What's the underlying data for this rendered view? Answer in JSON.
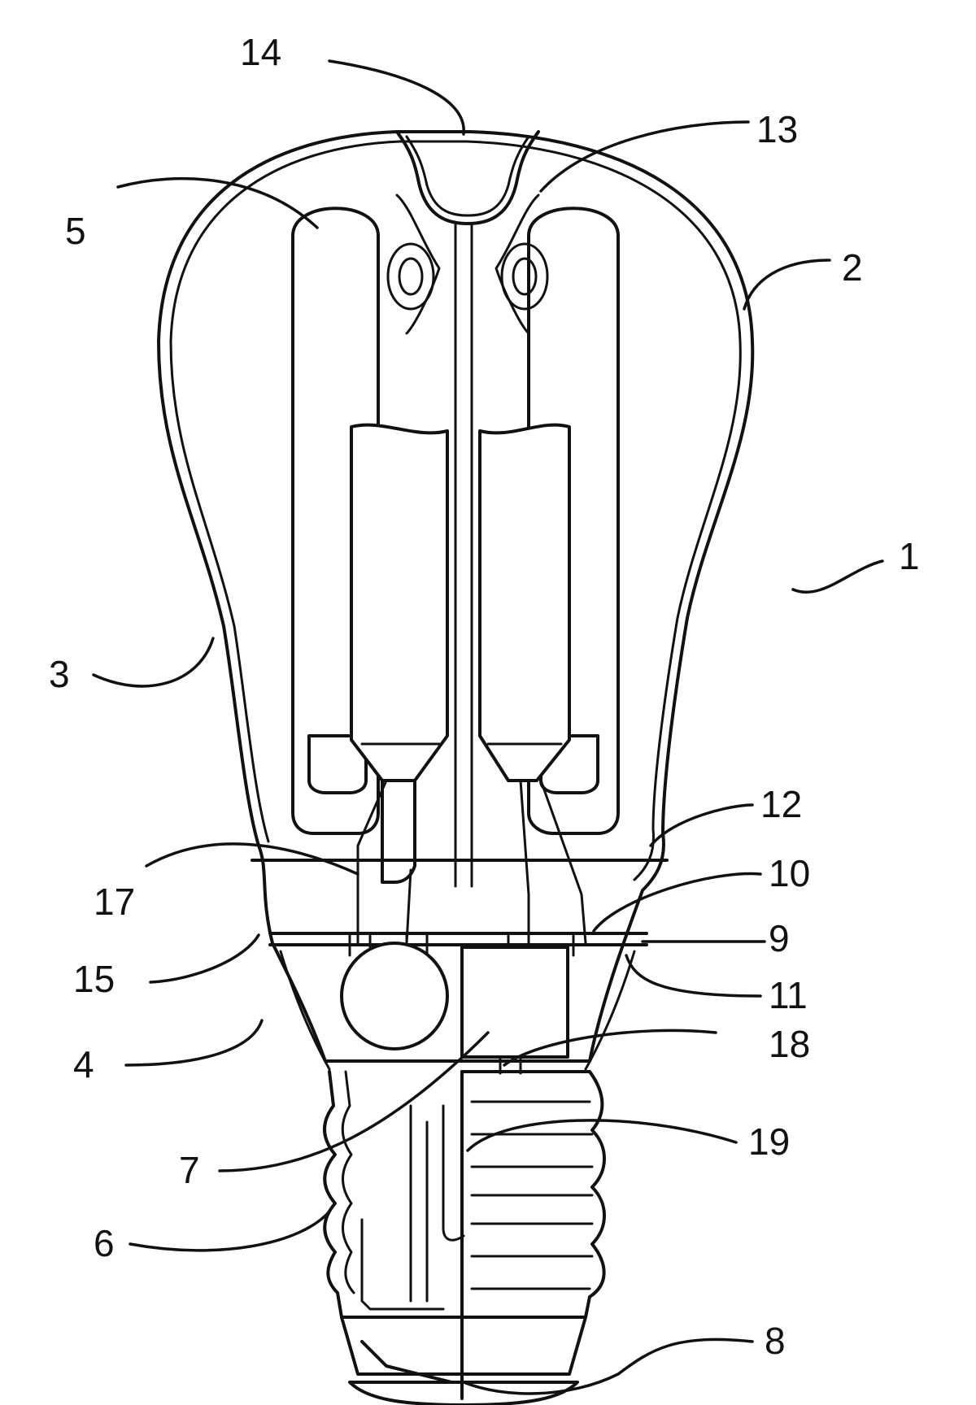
{
  "labels": {
    "l1": "1",
    "l2": "2",
    "l3": "3",
    "l4": "4",
    "l5": "5",
    "l6": "6",
    "l7": "7",
    "l8": "8",
    "l9": "9",
    "l10": "10",
    "l11": "11",
    "l12": "12",
    "l13": "13",
    "l14": "14",
    "l15": "15",
    "l17": "17",
    "l18": "18",
    "l19": "19"
  }
}
